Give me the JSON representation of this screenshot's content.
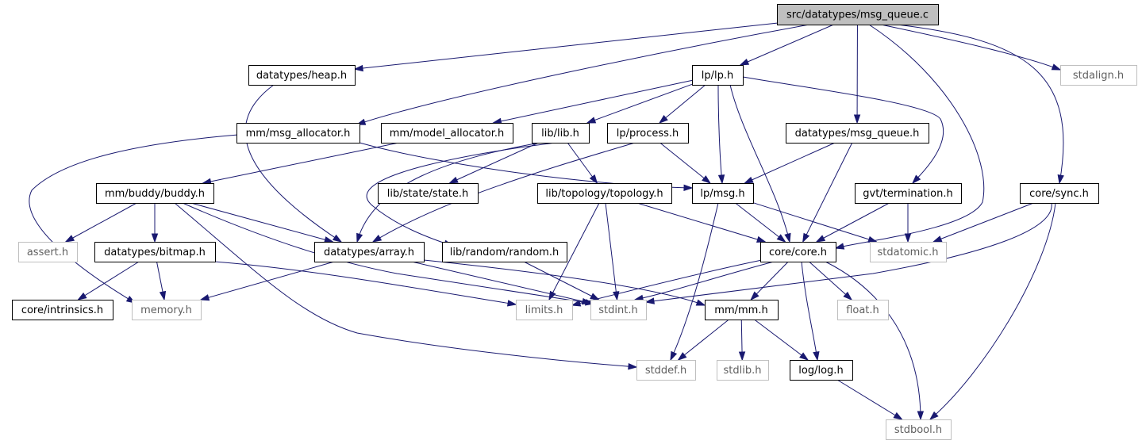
{
  "colors": {
    "edge": "#191970",
    "root_fill": "#bfbfbf",
    "local_fill": "#ffffff",
    "local_stroke": "#000000",
    "system_stroke": "#bfbfbf",
    "system_text": "#5f5f5f"
  },
  "nodes": [
    {
      "id": "src_datatypes_msg_queue_c",
      "label": "src/datatypes/msg_queue.c",
      "kind": "root"
    },
    {
      "id": "datatypes_heap_h",
      "label": "datatypes/heap.h",
      "kind": "local"
    },
    {
      "id": "lp_lp_h",
      "label": "lp/lp.h",
      "kind": "local"
    },
    {
      "id": "stdalign_h",
      "label": "stdalign.h",
      "kind": "system"
    },
    {
      "id": "mm_msg_allocator_h",
      "label": "mm/msg_allocator.h",
      "kind": "local"
    },
    {
      "id": "mm_model_allocator_h",
      "label": "mm/model_allocator.h",
      "kind": "local"
    },
    {
      "id": "lib_lib_h",
      "label": "lib/lib.h",
      "kind": "local"
    },
    {
      "id": "lp_process_h",
      "label": "lp/process.h",
      "kind": "local"
    },
    {
      "id": "datatypes_msg_queue_h",
      "label": "datatypes/msg_queue.h",
      "kind": "local"
    },
    {
      "id": "mm_buddy_buddy_h",
      "label": "mm/buddy/buddy.h",
      "kind": "local"
    },
    {
      "id": "lib_state_state_h",
      "label": "lib/state/state.h",
      "kind": "local"
    },
    {
      "id": "lib_topology_topology_h",
      "label": "lib/topology/topology.h",
      "kind": "local"
    },
    {
      "id": "lp_msg_h",
      "label": "lp/msg.h",
      "kind": "local"
    },
    {
      "id": "gvt_termination_h",
      "label": "gvt/termination.h",
      "kind": "local"
    },
    {
      "id": "core_sync_h",
      "label": "core/sync.h",
      "kind": "local"
    },
    {
      "id": "assert_h",
      "label": "assert.h",
      "kind": "system"
    },
    {
      "id": "datatypes_bitmap_h",
      "label": "datatypes/bitmap.h",
      "kind": "local"
    },
    {
      "id": "datatypes_array_h",
      "label": "datatypes/array.h",
      "kind": "local"
    },
    {
      "id": "lib_random_random_h",
      "label": "lib/random/random.h",
      "kind": "local"
    },
    {
      "id": "core_core_h",
      "label": "core/core.h",
      "kind": "local"
    },
    {
      "id": "stdatomic_h",
      "label": "stdatomic.h",
      "kind": "system"
    },
    {
      "id": "core_intrinsics_h",
      "label": "core/intrinsics.h",
      "kind": "local"
    },
    {
      "id": "memory_h",
      "label": "memory.h",
      "kind": "system"
    },
    {
      "id": "limits_h",
      "label": "limits.h",
      "kind": "system"
    },
    {
      "id": "stdint_h",
      "label": "stdint.h",
      "kind": "system"
    },
    {
      "id": "mm_mm_h",
      "label": "mm/mm.h",
      "kind": "local"
    },
    {
      "id": "float_h",
      "label": "float.h",
      "kind": "system"
    },
    {
      "id": "stddef_h",
      "label": "stddef.h",
      "kind": "system"
    },
    {
      "id": "stdlib_h",
      "label": "stdlib.h",
      "kind": "system"
    },
    {
      "id": "log_log_h",
      "label": "log/log.h",
      "kind": "local"
    },
    {
      "id": "stdbool_h",
      "label": "stdbool.h",
      "kind": "system"
    }
  ],
  "edges": [
    [
      "src_datatypes_msg_queue_c",
      "datatypes_heap_h"
    ],
    [
      "src_datatypes_msg_queue_c",
      "lp_lp_h"
    ],
    [
      "src_datatypes_msg_queue_c",
      "stdalign_h"
    ],
    [
      "src_datatypes_msg_queue_c",
      "mm_msg_allocator_h"
    ],
    [
      "src_datatypes_msg_queue_c",
      "datatypes_msg_queue_h"
    ],
    [
      "src_datatypes_msg_queue_c",
      "core_core_h"
    ],
    [
      "src_datatypes_msg_queue_c",
      "core_sync_h"
    ],
    [
      "datatypes_heap_h",
      "datatypes_array_h"
    ],
    [
      "lp_lp_h",
      "mm_model_allocator_h"
    ],
    [
      "lp_lp_h",
      "lib_lib_h"
    ],
    [
      "lp_lp_h",
      "lp_process_h"
    ],
    [
      "lp_lp_h",
      "lp_msg_h"
    ],
    [
      "lp_lp_h",
      "core_core_h"
    ],
    [
      "lp_lp_h",
      "gvt_termination_h"
    ],
    [
      "mm_msg_allocator_h",
      "lp_msg_h"
    ],
    [
      "mm_msg_allocator_h",
      "memory_h"
    ],
    [
      "mm_model_allocator_h",
      "mm_buddy_buddy_h"
    ],
    [
      "lib_lib_h",
      "datatypes_array_h"
    ],
    [
      "lib_lib_h",
      "lib_state_state_h"
    ],
    [
      "lib_lib_h",
      "lib_topology_topology_h"
    ],
    [
      "lib_lib_h",
      "lib_random_random_h"
    ],
    [
      "lp_process_h",
      "lp_msg_h"
    ],
    [
      "lp_process_h",
      "datatypes_array_h"
    ],
    [
      "datatypes_msg_queue_h",
      "lp_msg_h"
    ],
    [
      "datatypes_msg_queue_h",
      "core_core_h"
    ],
    [
      "mm_buddy_buddy_h",
      "assert_h"
    ],
    [
      "mm_buddy_buddy_h",
      "datatypes_bitmap_h"
    ],
    [
      "mm_buddy_buddy_h",
      "datatypes_array_h"
    ],
    [
      "mm_buddy_buddy_h",
      "stdint_h"
    ],
    [
      "mm_buddy_buddy_h",
      "stddef_h"
    ],
    [
      "lib_topology_topology_h",
      "core_core_h"
    ],
    [
      "lib_topology_topology_h",
      "limits_h"
    ],
    [
      "lib_topology_topology_h",
      "stdint_h"
    ],
    [
      "lp_msg_h",
      "core_core_h"
    ],
    [
      "lp_msg_h",
      "stdatomic_h"
    ],
    [
      "lp_msg_h",
      "stddef_h"
    ],
    [
      "gvt_termination_h",
      "core_core_h"
    ],
    [
      "gvt_termination_h",
      "stdatomic_h"
    ],
    [
      "core_sync_h",
      "stdatomic_h"
    ],
    [
      "core_sync_h",
      "stdint_h"
    ],
    [
      "core_sync_h",
      "stdbool_h"
    ],
    [
      "datatypes_bitmap_h",
      "core_intrinsics_h"
    ],
    [
      "datatypes_bitmap_h",
      "memory_h"
    ],
    [
      "datatypes_bitmap_h",
      "limits_h"
    ],
    [
      "datatypes_array_h",
      "memory_h"
    ],
    [
      "datatypes_array_h",
      "stdint_h"
    ],
    [
      "datatypes_array_h",
      "mm_mm_h"
    ],
    [
      "lib_random_random_h",
      "stdint_h"
    ],
    [
      "core_core_h",
      "limits_h"
    ],
    [
      "core_core_h",
      "stdint_h"
    ],
    [
      "core_core_h",
      "mm_mm_h"
    ],
    [
      "core_core_h",
      "float_h"
    ],
    [
      "core_core_h",
      "log_log_h"
    ],
    [
      "core_core_h",
      "stdbool_h"
    ],
    [
      "mm_mm_h",
      "stddef_h"
    ],
    [
      "mm_mm_h",
      "stdlib_h"
    ],
    [
      "mm_mm_h",
      "log_log_h"
    ],
    [
      "log_log_h",
      "stdbool_h"
    ]
  ]
}
